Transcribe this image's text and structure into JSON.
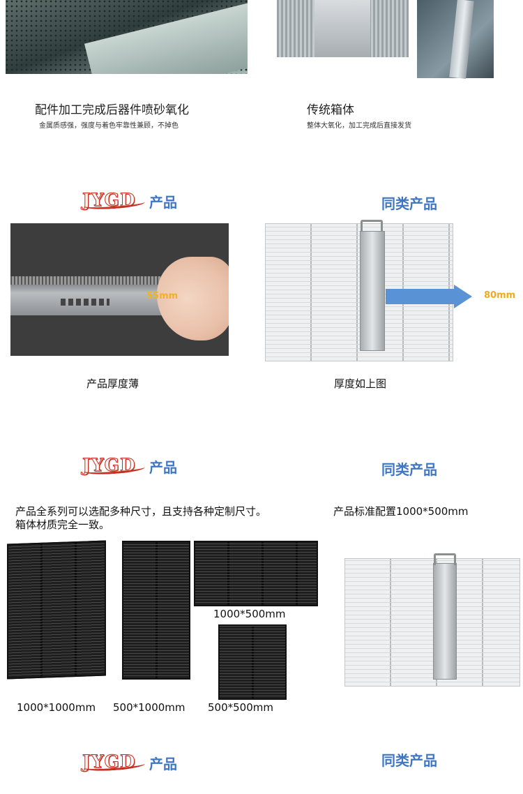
{
  "section_top": {
    "left_caption": {
      "title": "配件加工完成后器件喷砂氧化",
      "subtitle": "金属质感强，强度与着色牢靠性兼顾，不掉色"
    },
    "right_caption": {
      "title": "传统箱体",
      "subtitle": "整体大氧化，加工完成后直接发货"
    }
  },
  "logo": {
    "mark": "JYGD",
    "word": "产品"
  },
  "same_product_label": "同类产品",
  "comparison_thickness": {
    "ours_dim": "55mm",
    "theirs_dim": "80mm",
    "ours_caption": "产品厚度薄",
    "theirs_caption": "厚度如上图"
  },
  "comparison_size": {
    "ours_text_line1": "产品全系列可以选配多种尺寸，且支持各种定制尺寸。",
    "ours_text_line2": "箱体材质完全一致。",
    "theirs_text": "产品标准配置1000*500mm",
    "sizes": [
      "1000*1000mm",
      "500*1000mm",
      "1000*500mm",
      "500*500mm"
    ]
  },
  "colors": {
    "accent_blue": "#3e76c4",
    "logo_red": "#c73020",
    "dim_yellow": "#f2b21f",
    "arrow_blue": "#5a92d6"
  }
}
